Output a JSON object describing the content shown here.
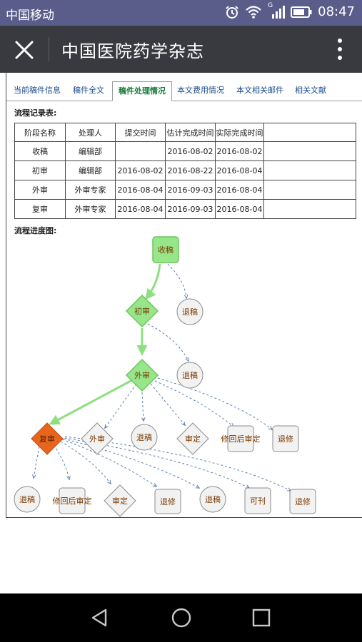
{
  "status_bar": {
    "carrier": "中国移动",
    "network": "G",
    "time": "08:47"
  },
  "app_bar": {
    "title": "中国医院药学杂志",
    "close_icon": "close-icon",
    "menu_icon": "more-vertical-icon"
  },
  "tabs": [
    {
      "label": "当前稿件信息",
      "active": false
    },
    {
      "label": "稿件全文",
      "active": false
    },
    {
      "label": "稿件处理情况",
      "active": true
    },
    {
      "label": "本文费用情况",
      "active": false
    },
    {
      "label": "本文相关邮件",
      "active": false
    },
    {
      "label": "相关文献",
      "active": false
    }
  ],
  "record_table": {
    "label": "流程记录表:",
    "headers": [
      "阶段名称",
      "处理人",
      "提交时间",
      "估计完成时间",
      "实际完成时间"
    ],
    "rows": [
      [
        "收稿",
        "编辑部",
        "",
        "2016-08-02",
        "2016-08-02"
      ],
      [
        "初审",
        "编辑部",
        "2016-08-02",
        "2016-08-22",
        "2016-08-04"
      ],
      [
        "外审",
        "外审专家",
        "2016-08-04",
        "2016-09-03",
        "2016-08-04"
      ],
      [
        "复审",
        "外审专家",
        "2016-08-04",
        "2016-09-03",
        "2016-08-04"
      ]
    ]
  },
  "progress_diagram": {
    "label": "流程进度图:",
    "nodes": {
      "receive": "收稿",
      "first_review": "初审",
      "reject_1": "退稿",
      "external_review": "外审",
      "reject_2": "退稿",
      "re_review": "复审",
      "external_review_2": "外审",
      "reject_3": "退稿",
      "finalize_1": "审定",
      "revise_finalize_1": "修回后审定",
      "return_revise_1": "退修",
      "reject_4": "退稿",
      "revise_finalize_2": "修回后审定",
      "finalize_2": "审定",
      "return_revise_2": "退修",
      "reject_5": "退稿",
      "publishable": "可刊",
      "return_revise_3": "退修"
    },
    "colors": {
      "done_fill": "#98e68a",
      "done_stroke": "#6cc75c",
      "current_fill": "#e8651e",
      "pending_fill": "#f2f2f2",
      "pending_stroke": "#8c8c8c",
      "done_edge": "#8ee07e",
      "pending_edge": "#5a7fb0"
    }
  },
  "nav_bar": {
    "back_icon": "back-triangle-icon",
    "home_icon": "home-circle-icon",
    "recent_icon": "recent-square-icon"
  }
}
